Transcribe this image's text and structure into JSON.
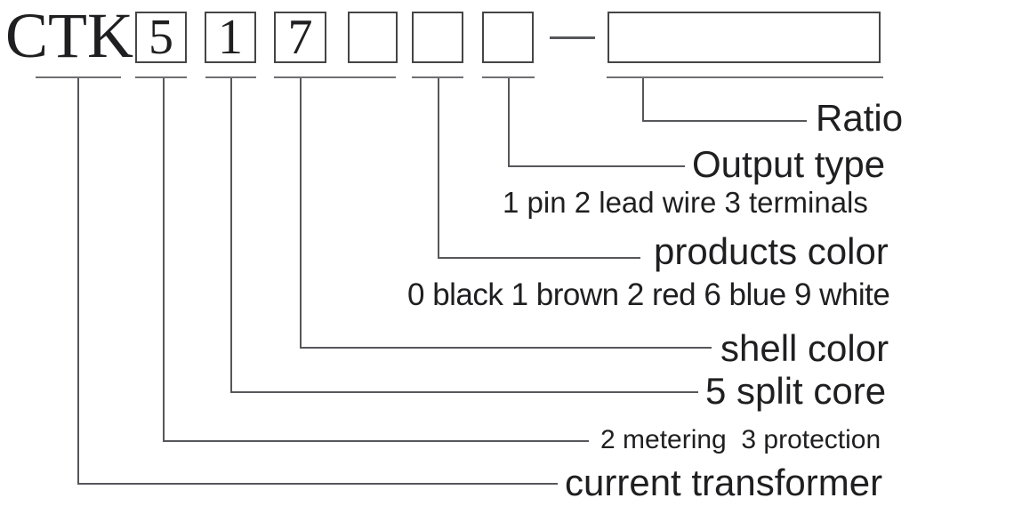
{
  "code": {
    "prefix": "CTK",
    "digits": [
      "5",
      "1",
      "7",
      "",
      "",
      ""
    ],
    "separator": "-",
    "ratio_value": ""
  },
  "annotations": {
    "ratio_label": "Ratio",
    "output_type_label": "Output type",
    "output_type_options": "1 pin 2 lead wire 3 terminals",
    "products_color_label": "products color",
    "products_color_options": "0 black 1 brown 2 red 6 blue 9 white",
    "shell_color_label": "shell color",
    "core_label": "5 split core",
    "function_options": "2 metering  3 protection",
    "product_label": "current transformer"
  },
  "colors": {
    "background": "#ffffff",
    "text": "#1f1f21",
    "line": "#56575a",
    "underline": "#6e6f72",
    "box_border": "#454547"
  }
}
